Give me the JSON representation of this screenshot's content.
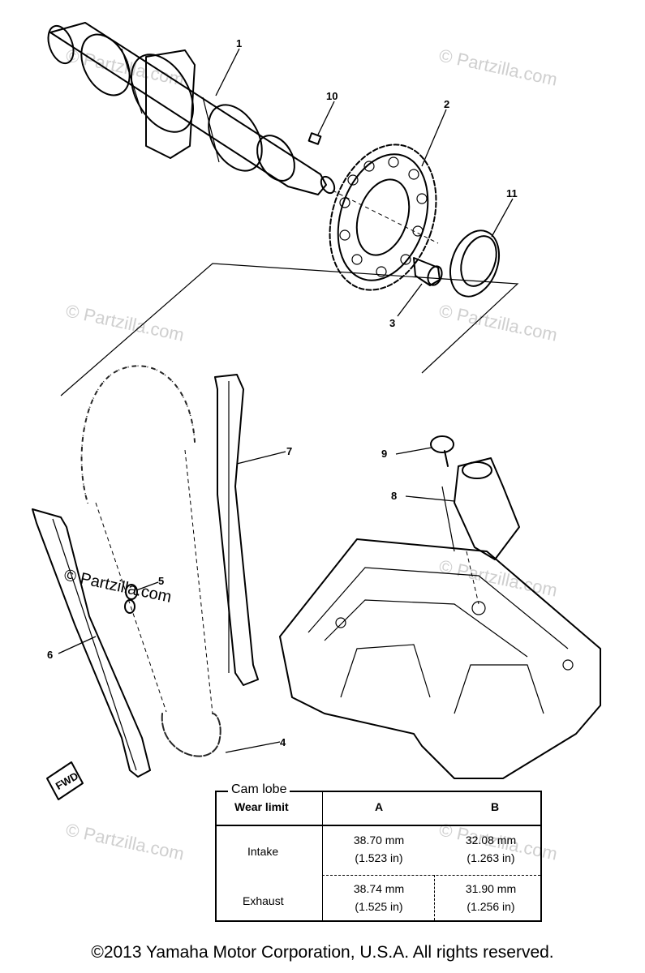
{
  "callouts": {
    "c1": "1",
    "c2": "2",
    "c3": "3",
    "c4": "4",
    "c5": "5",
    "c6": "6",
    "c7": "7",
    "c8": "8",
    "c9": "9",
    "c10": "10",
    "c11": "11"
  },
  "fwd_label": "FWD",
  "watermarks": {
    "text": "© Partzilla.com",
    "highlighted": "© Partzilla.com"
  },
  "cam_table": {
    "title": "Cam lobe",
    "header_label": "Wear limit",
    "columns": [
      "A",
      "B"
    ],
    "rows": [
      {
        "label": "Intake",
        "a_mm": "38.70 mm",
        "a_in": "(1.523 in)",
        "b_mm": "32.08 mm",
        "b_in": "(1.263 in)"
      },
      {
        "label": "Exhaust",
        "a_mm": "38.74 mm",
        "a_in": "(1.525 in)",
        "b_mm": "31.90 mm",
        "b_in": "(1.256 in)"
      }
    ]
  },
  "copyright": "©2013 Yamaha Motor Corporation, U.S.A. All rights reserved."
}
